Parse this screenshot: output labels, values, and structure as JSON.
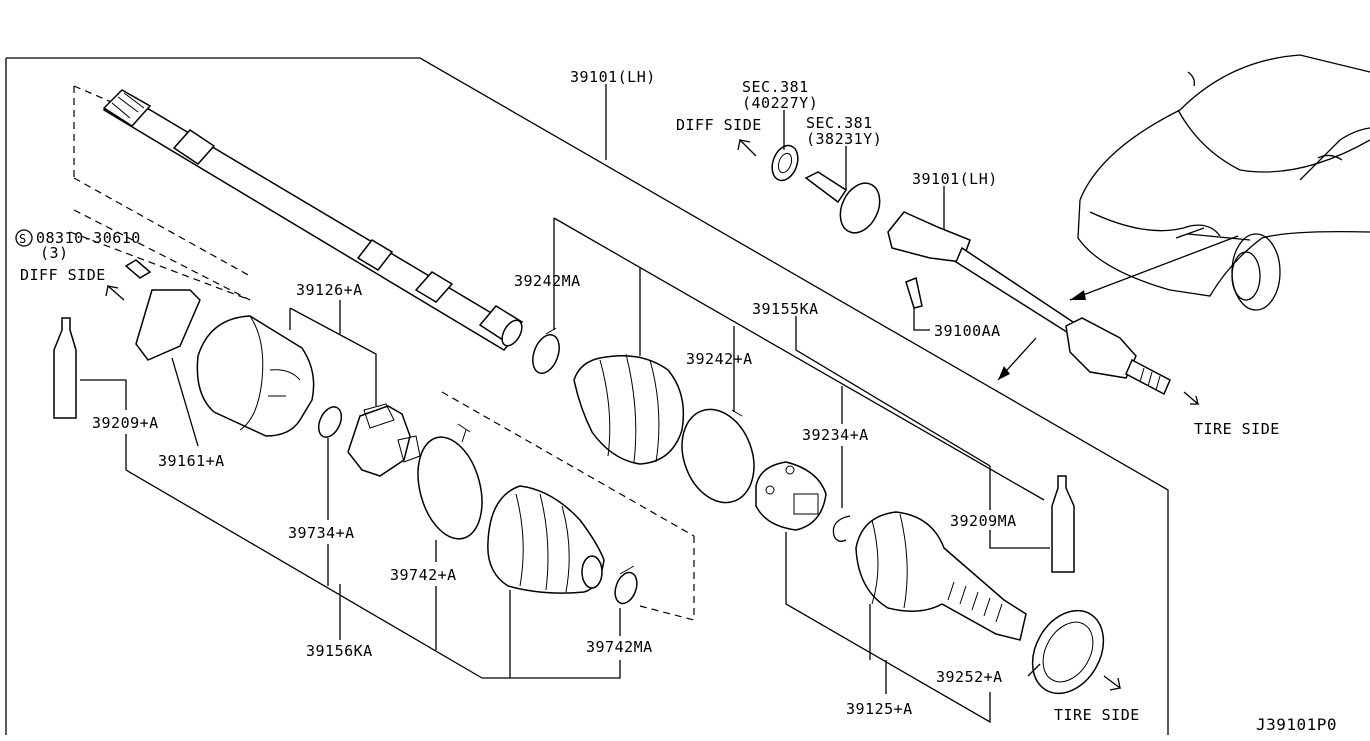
{
  "labels": {
    "l39101_top": "39101(LH)",
    "sec381a": "SEC.381",
    "sec381a_code": "(40227Y)",
    "sec381b": "SEC.381",
    "sec381b_code": "(38231Y)",
    "diff_side_top": "DIFF SIDE",
    "l39101_right": "39101(LH)",
    "l39100aa": "39100AA",
    "tire_side_top": "TIRE SIDE",
    "bolt_code": "08310-30610",
    "bolt_qty": "(3)",
    "diff_side_left": "DIFF SIDE",
    "l39126a": "39126+A",
    "l39242ma": "39242MA",
    "l39155ka": "39155KA",
    "l39242a": "39242+A",
    "l39209a": "39209+A",
    "l39161a": "39161+A",
    "l39234a": "39234+A",
    "l39209ma": "39209MA",
    "l39734a": "39734+A",
    "l39742a": "39742+A",
    "l39156ka": "39156KA",
    "l39742ma": "39742MA",
    "l39252a": "39252+A",
    "l39125a": "39125+A",
    "tire_side_bottom": "TIRE SIDE",
    "diagram_code": "J39101P0"
  }
}
